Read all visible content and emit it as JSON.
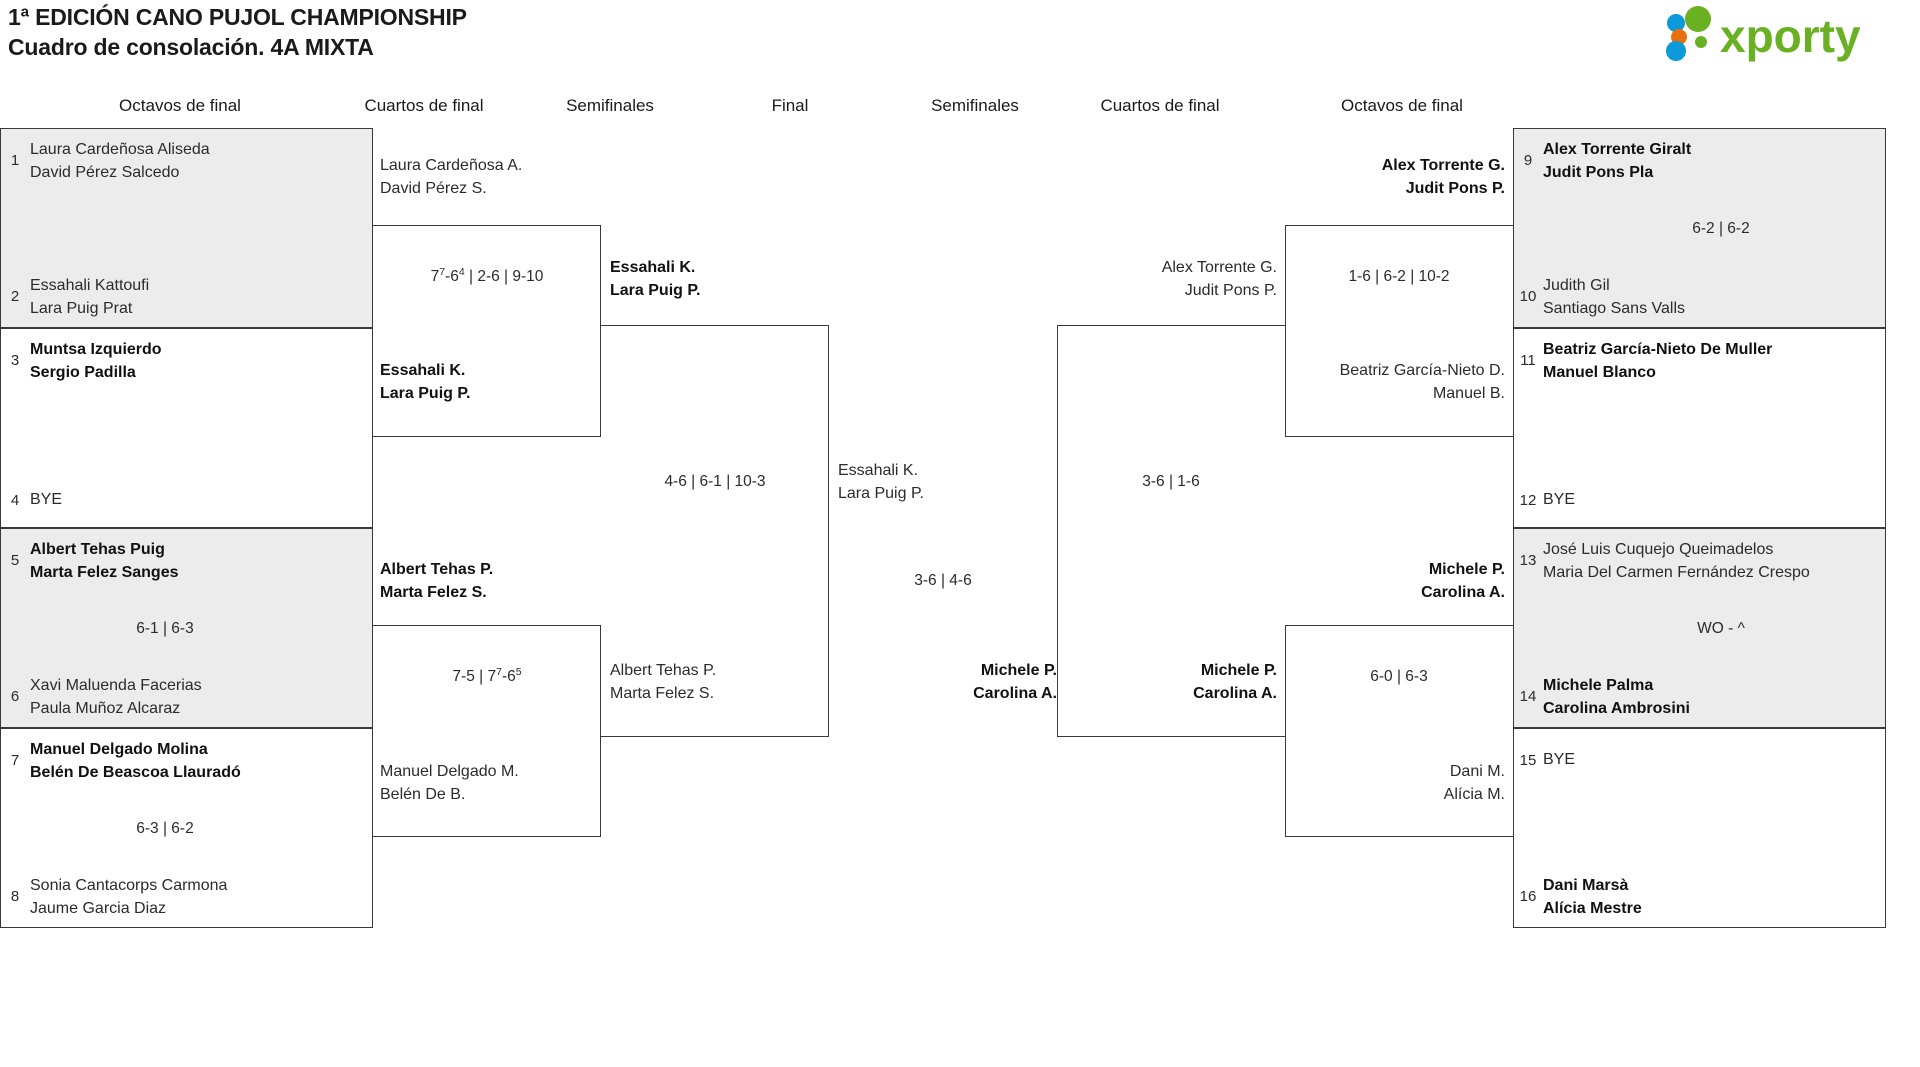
{
  "header": {
    "title_line1": "1ª EDICIÓN CANO PUJOL CHAMPIONSHIP",
    "title_line2": "Cuadro de consolación. 4A MIXTA",
    "logo_text": "xporty",
    "logo_colors": {
      "green": "#6ab023",
      "blue": "#0c9ada",
      "orange": "#e8700f"
    }
  },
  "round_headers": {
    "left_r16": "Octavos de final",
    "left_qf": "Cuartos de final",
    "left_sf": "Semifinales",
    "final": "Final",
    "right_sf": "Semifinales",
    "right_qf": "Cuartos de final",
    "right_r16": "Octavos de final"
  },
  "left": {
    "r16": [
      {
        "seed": "1",
        "p1": "Laura Cardeñosa Aliseda",
        "p2": "David Pérez Salcedo",
        "winner": false
      },
      {
        "seed": "2",
        "p1": "Essahali Kattoufi",
        "p2": "Lara Puig Prat",
        "winner": false
      },
      {
        "seed": "3",
        "p1": "Muntsa Izquierdo",
        "p2": "Sergio Padilla",
        "winner": true
      },
      {
        "seed": "4",
        "p1": "BYE",
        "p2": "",
        "winner": false
      },
      {
        "seed": "5",
        "p1": "Albert Tehas Puig",
        "p2": "Marta Felez Sanges",
        "winner": true
      },
      {
        "seed": "6",
        "p1": "Xavi Maluenda Facerias",
        "p2": "Paula Muñoz Alcaraz",
        "winner": false
      },
      {
        "seed": "7",
        "p1": "Manuel Delgado Molina",
        "p2": "Belén De Beascoa Llauradó",
        "winner": true
      },
      {
        "seed": "8",
        "p1": "Sonia Cantacorps Carmona",
        "p2": "Jaume Garcia Diaz",
        "winner": false
      }
    ],
    "r16_scores": [
      {
        "parts": [],
        "raw": ""
      },
      {
        "parts": [
          {
            "t": "6-1 | 6-3"
          }
        ],
        "raw": "6-1 | 6-3"
      },
      {
        "parts": [
          {
            "t": "6-3 | 6-2"
          }
        ],
        "raw": "6-3 | 6-2"
      }
    ],
    "qf": [
      {
        "p1": "Laura Cardeñosa A.",
        "p2": "David Pérez S.",
        "winner": false
      },
      {
        "p1": "Essahali K.",
        "p2": "Lara Puig P.",
        "winner": true
      },
      {
        "p1": "Albert Tehas P.",
        "p2": "Marta Felez S.",
        "winner": true
      },
      {
        "p1": "Manuel Delgado M.",
        "p2": "Belén De B.",
        "winner": false
      }
    ],
    "qf_scores": [
      {
        "html": "7<sup>7</sup>-6<sup>4</sup> | 2-6 | 9-10",
        "raw": "77-64 | 2-6 | 9-10"
      },
      {
        "html": "7-5 | 7<sup>7</sup>-6<sup>5</sup>",
        "raw": "7-5 | 77-65"
      }
    ],
    "sf": [
      {
        "p1": "Essahali K.",
        "p2": "Lara Puig P.",
        "winner": true
      },
      {
        "p1": "Albert Tehas P.",
        "p2": "Marta Felez S.",
        "winner": false
      }
    ],
    "sf_score": "4-6 | 6-1 | 10-3"
  },
  "final": {
    "left_finalist": {
      "p1": "Essahali K.",
      "p2": "Lara Puig P.",
      "winner": false
    },
    "right_finalist": {
      "p1": "Michele P.",
      "p2": "Carolina A.",
      "winner": true
    },
    "score": "3-6 | 4-6"
  },
  "right": {
    "sf": [
      {
        "p1": "Alex Torrente G.",
        "p2": "Judit Pons P.",
        "winner": false
      },
      {
        "p1": "Michele P.",
        "p2": "Carolina A.",
        "winner": true
      }
    ],
    "sf_score": "3-6 | 1-6",
    "qf": [
      {
        "p1": "Alex Torrente G.",
        "p2": "Judit Pons P.",
        "winner": true
      },
      {
        "p1": "Beatriz García-Nieto D.",
        "p2": "Manuel B.",
        "winner": false
      },
      {
        "p1": "Michele P.",
        "p2": "Carolina A.",
        "winner": true
      },
      {
        "p1": "Dani M.",
        "p2": "Alícia M.",
        "winner": false
      }
    ],
    "qf_scores": [
      {
        "raw": "1-6 | 6-2 | 10-2"
      },
      {
        "raw": "6-0 | 6-3"
      }
    ],
    "r16": [
      {
        "seed": "9",
        "p1": "Alex Torrente Giralt",
        "p2": "Judit Pons Pla",
        "winner": true
      },
      {
        "seed": "10",
        "p1": "Judith Gil",
        "p2": "Santiago Sans Valls",
        "winner": false
      },
      {
        "seed": "11",
        "p1": "Beatriz García-Nieto De Muller",
        "p2": "Manuel Blanco",
        "winner": true
      },
      {
        "seed": "12",
        "p1": "BYE",
        "p2": "",
        "winner": false
      },
      {
        "seed": "13",
        "p1": "José Luis Cuquejo Queimadelos",
        "p2": "Maria Del Carmen Fernández Crespo",
        "winner": false
      },
      {
        "seed": "14",
        "p1": "Michele Palma",
        "p2": "Carolina Ambrosini",
        "winner": true
      },
      {
        "seed": "15",
        "p1": "BYE",
        "p2": "",
        "winner": false
      },
      {
        "seed": "16",
        "p1": "Dani Marsà",
        "p2": "Alícia Mestre",
        "winner": true
      }
    ],
    "r16_scores": [
      {
        "raw": "6-2 | 6-2"
      },
      {
        "raw": ""
      },
      {
        "raw": "WO - ^"
      },
      {
        "raw": ""
      }
    ]
  }
}
